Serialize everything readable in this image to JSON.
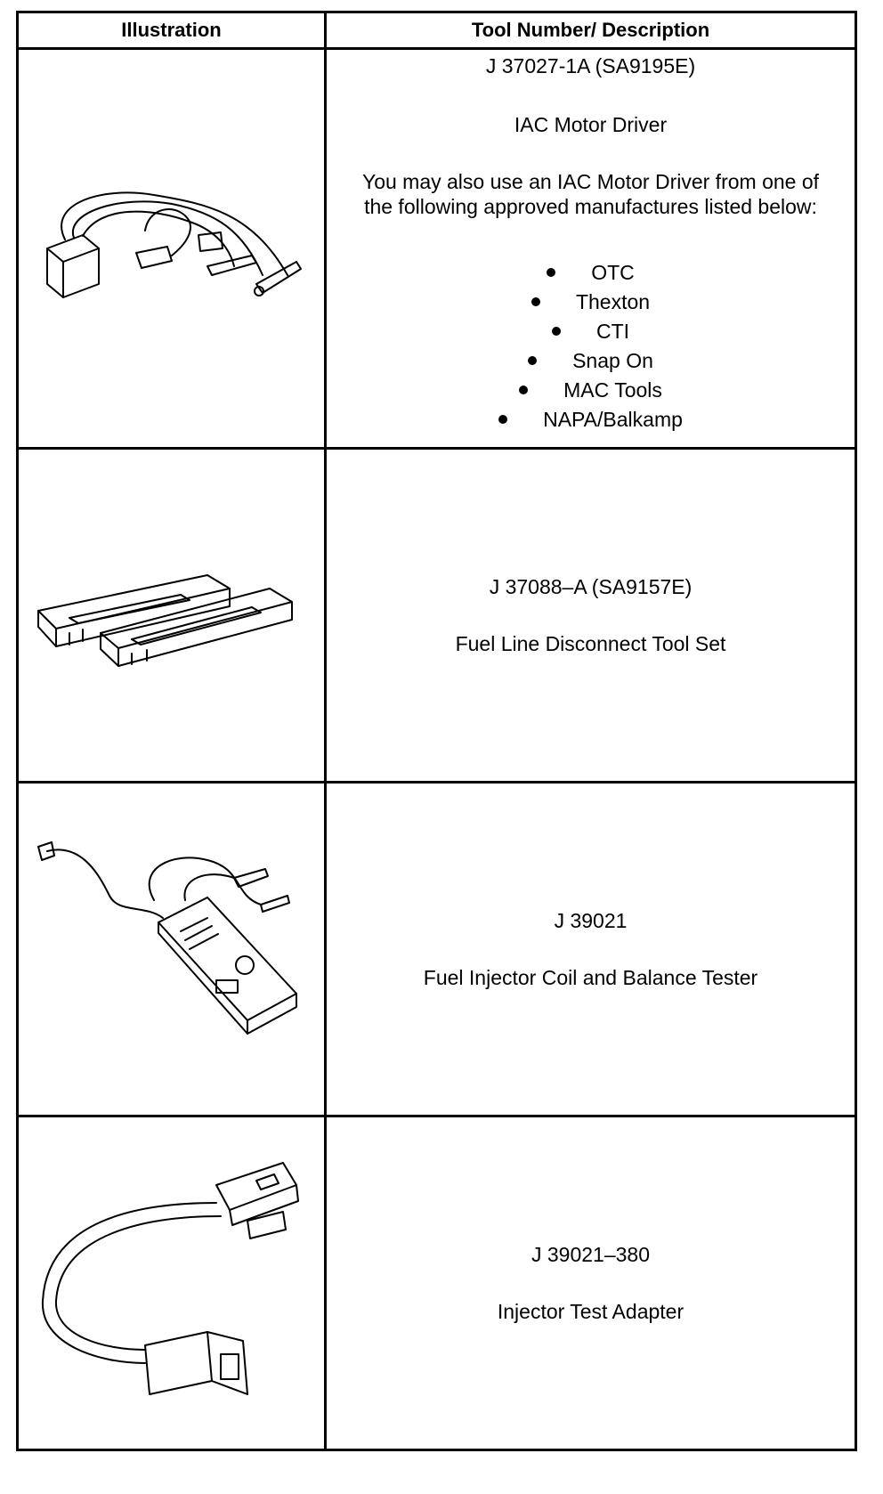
{
  "table": {
    "headers": {
      "illustration": "Illustration",
      "description": "Tool Number/ Description"
    },
    "rows": [
      {
        "tool_number": "J 37027-1A (SA9195E)",
        "name": "IAC Motor Driver",
        "note_line1": "You may also use an IAC Motor Driver from one of",
        "note_line2": "the following approved manufactures listed below:",
        "manufacturers": [
          "OTC",
          "Thexton",
          "CTI",
          "Snap On",
          "MAC Tools",
          "NAPA/Balkamp"
        ],
        "illustration_icon": "iac-motor-driver-icon"
      },
      {
        "tool_number": "J 37088–A (SA9157E)",
        "name": "Fuel Line Disconnect Tool Set",
        "illustration_icon": "fuel-line-disconnect-tool-icon"
      },
      {
        "tool_number": "J 39021",
        "name": "Fuel Injector Coil and Balance Tester",
        "illustration_icon": "injector-tester-icon"
      },
      {
        "tool_number": "J 39021–380",
        "name": "Injector Test Adapter",
        "illustration_icon": "injector-test-adapter-icon"
      }
    ]
  }
}
